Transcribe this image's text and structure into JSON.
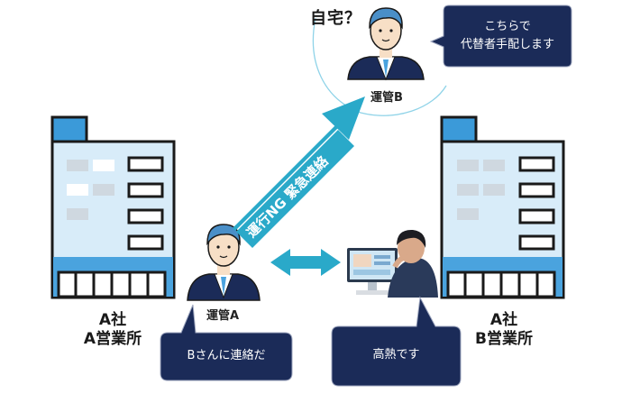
{
  "question_text": "自宅？",
  "person_b": {
    "label": "運管B"
  },
  "person_a": {
    "label": "運管A"
  },
  "bubbles": {
    "b_line1": "こちらで",
    "b_line2": "代替者手配します",
    "a_text": "Bさんに連絡だ",
    "staff_text": "高熱です"
  },
  "arrow_label": "運行NG 緊急連絡",
  "company_a": {
    "line1": "A社",
    "line2": "A営業所"
  },
  "company_b": {
    "line1": "A社",
    "line2": "B営業所"
  },
  "colors": {
    "building_blue": "#3b9ad9",
    "building_light": "#d8ecf9",
    "navy": "#1b2b58",
    "arrow_teal": "#2aa9c9",
    "circle_line": "#8fd3e8"
  }
}
